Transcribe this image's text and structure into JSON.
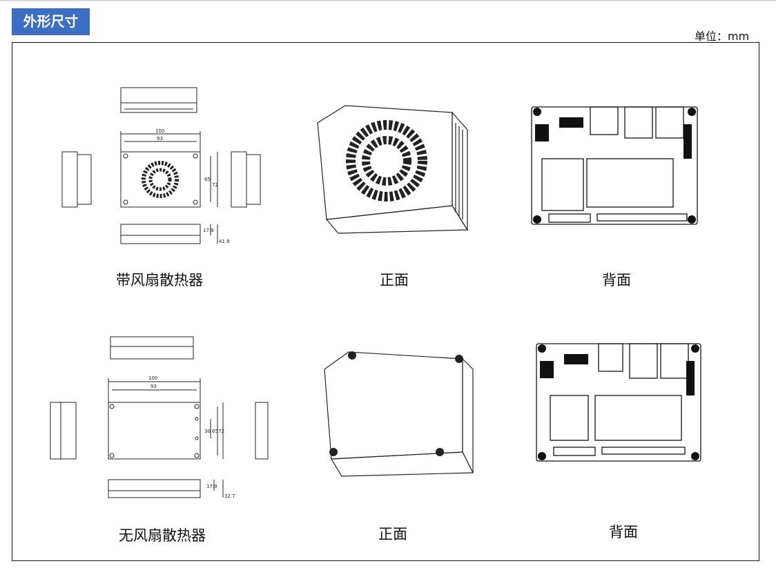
{
  "header": {
    "section_title": "外形尺寸",
    "unit": "单位：mm",
    "accent_color": "#3a6fc4"
  },
  "rows": [
    {
      "captions": {
        "drawing": "带风扇散热器",
        "front": "正面",
        "back": "背面"
      },
      "dims": {
        "width": "100",
        "hole_x": "93",
        "hole_y": "65",
        "height": "72",
        "h_small": "17.9",
        "h_total": "41.9"
      }
    },
    {
      "captions": {
        "drawing": "无风扇散热器",
        "front": "正面",
        "back": "背面"
      },
      "dims": {
        "width": "100",
        "hole_x": "93",
        "hole_mid": "30",
        "hole_y": "65",
        "height": "72",
        "h_small": "17.9",
        "h_total": "32.7"
      }
    }
  ]
}
